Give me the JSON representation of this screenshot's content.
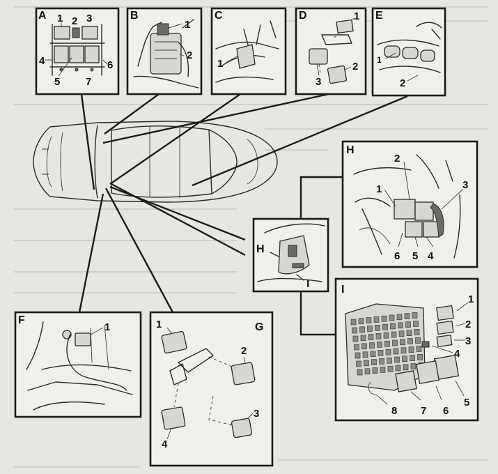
{
  "panels": {
    "A": {
      "letter": "A",
      "callouts": [
        "1",
        "2",
        "3",
        "4",
        "5",
        "6",
        "7"
      ]
    },
    "B": {
      "letter": "B",
      "callouts": [
        "1",
        "2"
      ]
    },
    "C": {
      "letter": "C",
      "callouts": [
        "1"
      ]
    },
    "D": {
      "letter": "D",
      "callouts": [
        "1",
        "2",
        "3"
      ]
    },
    "E": {
      "letter": "E",
      "callouts": [
        "1",
        "2"
      ]
    },
    "F": {
      "letter": "F",
      "callouts": [
        "1"
      ]
    },
    "G": {
      "letter": "G",
      "callouts": [
        "1",
        "2",
        "3",
        "4"
      ]
    },
    "H": {
      "letter": "H",
      "callouts": [
        "1",
        "2",
        "3",
        "4",
        "5",
        "6"
      ]
    },
    "I": {
      "letter": "I",
      "callouts": [
        "1",
        "2",
        "3",
        "4",
        "5",
        "6",
        "7",
        "8"
      ]
    }
  },
  "dashboard_markers": {
    "h": "H",
    "i": "I"
  },
  "colors": {
    "ink": "#1a1a1a",
    "paper": "#e6e6e3",
    "panel": "#efefec"
  }
}
